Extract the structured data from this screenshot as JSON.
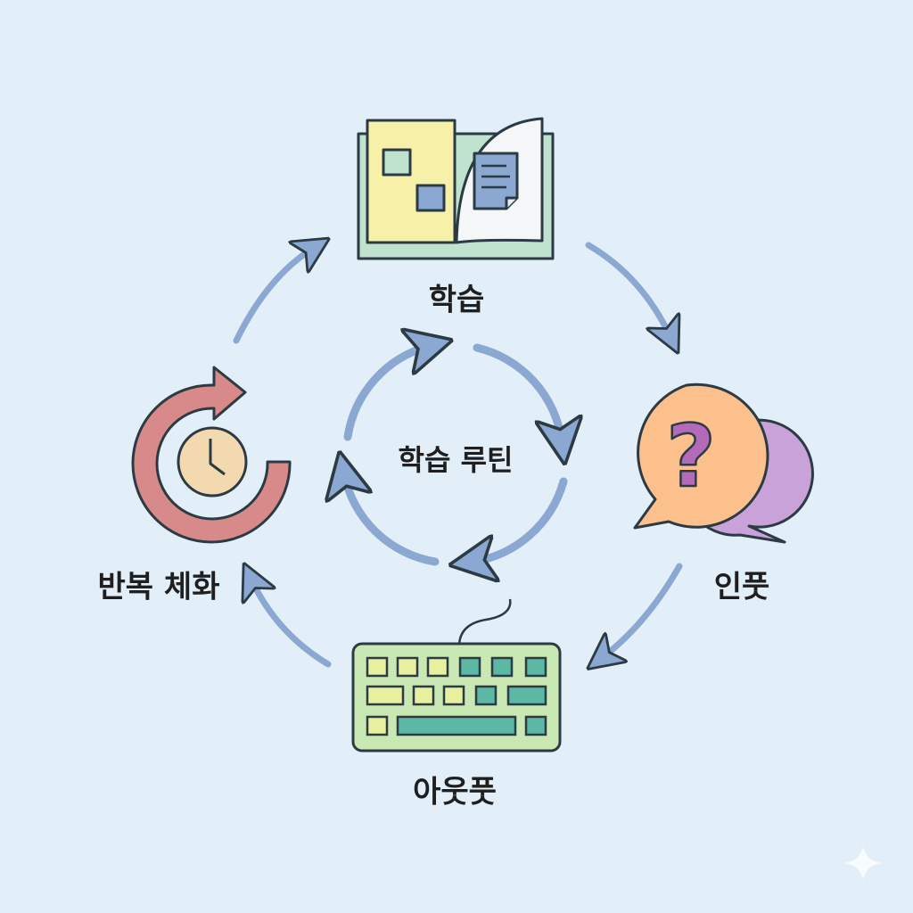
{
  "title": "학습 루틴",
  "stages": {
    "study": "학습",
    "input": "인풋",
    "output": "아웃풋",
    "repeat": "반복 체화"
  },
  "icons": {
    "study": "open-book-icon",
    "input": "question-speech-bubble-icon",
    "output": "keyboard-icon",
    "repeat": "clock-refresh-icon"
  },
  "colors": {
    "background": "#e2eff8",
    "arrow": "#8aa8d2",
    "outline": "#2c3a44",
    "book_left": "#f6f0a8",
    "book_base": "#bfe3cf",
    "bubble_front": "#fbc08c",
    "bubble_back": "#c9a2d9",
    "question_mark": "#b46ab8",
    "keyboard": "#c9e8b4",
    "key_teal": "#5cb8a4",
    "refresh_arrow": "#d88a8a",
    "clock_face": "#f3d9b0"
  }
}
